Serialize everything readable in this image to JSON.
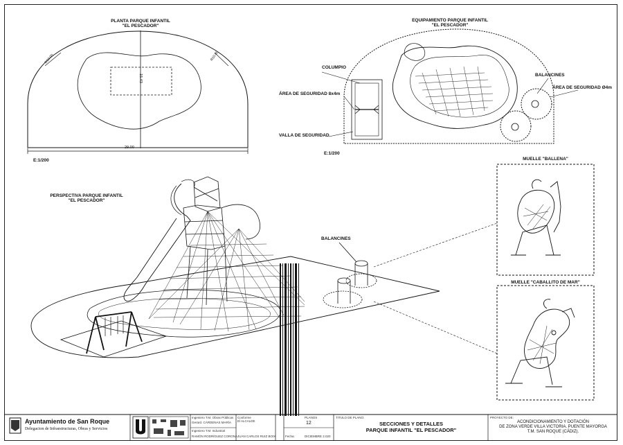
{
  "plan": {
    "title": "PLANTA PARQUE INFANTIL\n\"EL PESCADOR\"",
    "dim_width": "29.00",
    "dim_height": "15.43",
    "dim_left": "R10.00",
    "dim_right": "R10.00",
    "scale": "E:1/200"
  },
  "equipment": {
    "title": "EQUIPAMIENTO PARQUE INFANTIL\n\"EL PESCADOR\"",
    "columpio": "COLUMPIO",
    "area_8x4": "ÁREA DE SEGURIDAD 8x4m",
    "valla": "VALLA DE SEGURIDAD",
    "balancines": "BALANCINES",
    "area_d4": "ÁREA DE SEGURIDAD Ø4m",
    "scale": "E:1/200"
  },
  "perspective": {
    "title": "PERSPECTIVA PARQUE INFANTIL\n\"EL PESCADOR\"",
    "balancines": "BALANCINES"
  },
  "details": {
    "ballena": "MUELLE \"BALLENA\"",
    "caballito": "MUELLE \"CABALLITO DE MAR\""
  },
  "title_block": {
    "org_name": "Ayuntamiento de San Roque",
    "org_sub": "Delegacion de Infraestructuras, Obras y Servicios",
    "ing1_role": "Ingeniero T.M. Obras Públicas",
    "ing1_name": "Gerard. CÁRDENAS MARÍA",
    "ing2_role": "Ingeniero T.M. Industrial",
    "ing2_name": "RAMÓN RODRÍGUEZ CORONA",
    "conforme": "Conforme\nEl ALCALDE",
    "alcalde": "JUAN CARLOS RUIZ BOIX",
    "plano_label": "PLANOS",
    "plano_num": "12",
    "fecha_label": "Fecha:",
    "fecha": "DICIEMBRE 2.020",
    "titulo_label": "TITULO DE PLANO:",
    "titulo": "SECCIONES Y DETALLES\nPARQUE INFANTIL \"EL PESCADOR\"",
    "proyecto_label": "PROYECTO DE:",
    "proyecto": "ACONDICIONAMIENTO Y DOTACIÓN\nDE ZONA VERDE VILLA VICTORIA. PUENTE MAYORGA\nT.M. SAN ROQUE (CÁDIZ)."
  }
}
